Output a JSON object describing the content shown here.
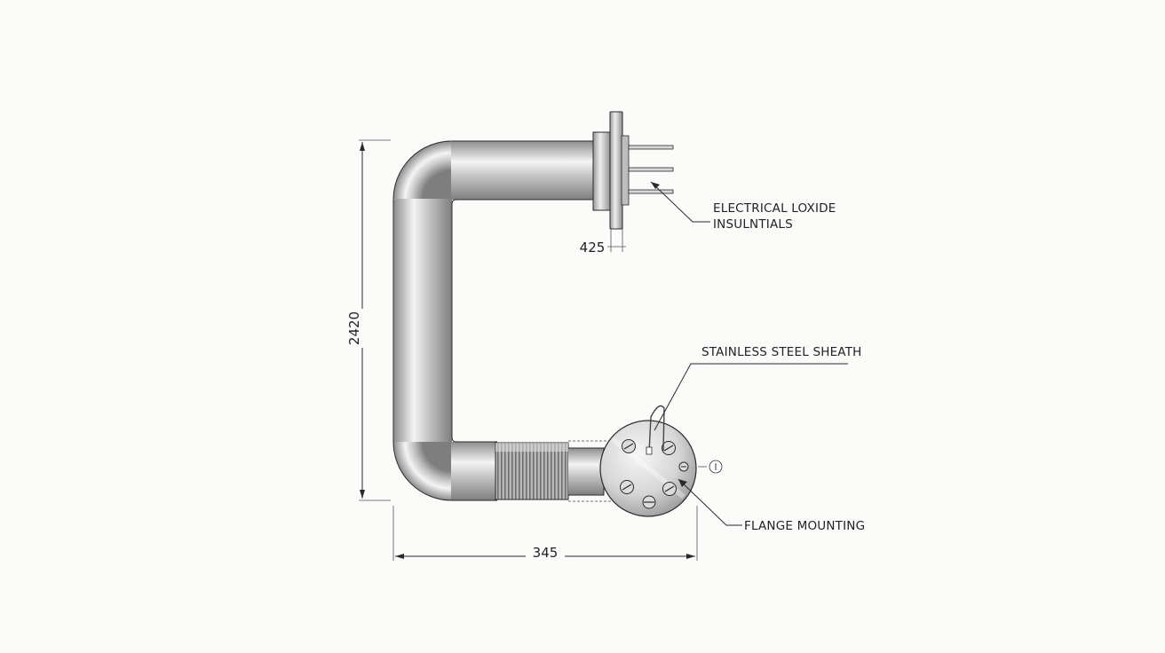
{
  "labels": {
    "electrical_line1": "ELECTRICAL LOXIDE",
    "electrical_line2": "INSULNTIALS",
    "sheath": "STAINLESS STEEL SHEATH",
    "flange": "FLANGE MOUNTING"
  },
  "dimensions": {
    "height": "2420",
    "width": "345",
    "terminal": "425"
  },
  "colors": {
    "tube_light": "#f2f2f2",
    "tube_mid": "#bfbfbf",
    "tube_dark": "#8a8a8a",
    "line": "#2a2a2a"
  }
}
